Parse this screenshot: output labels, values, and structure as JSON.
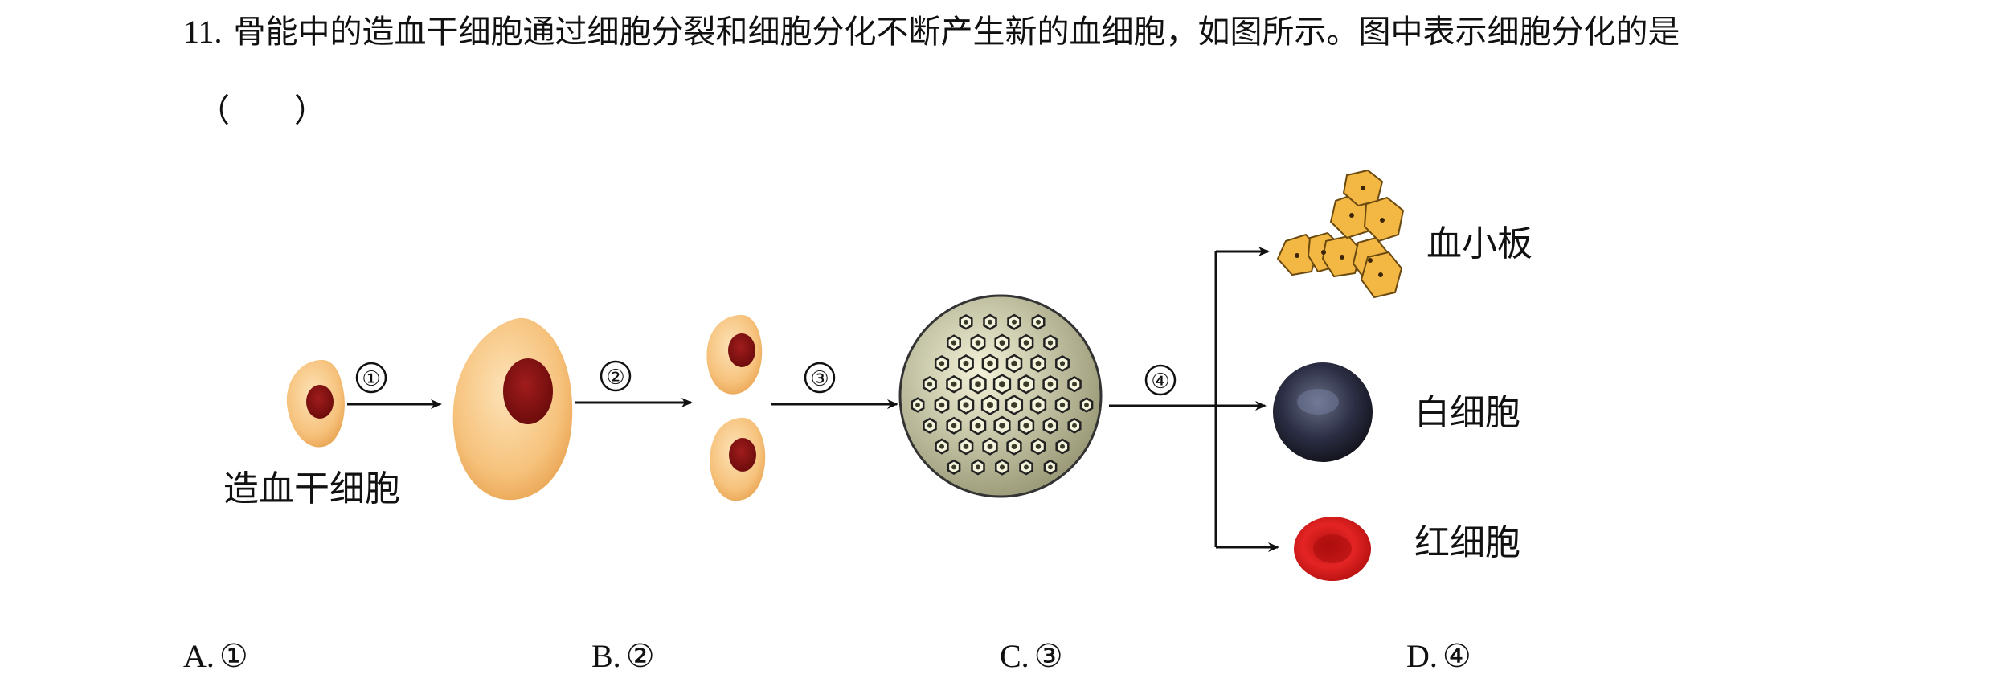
{
  "question": {
    "number": "11.",
    "text": "骨能中的造血干细胞通过细胞分裂和细胞分化不断产生新的血细胞，如图所示。图中表示细胞分化的是",
    "blank": "（        ）"
  },
  "figure": {
    "start_label": "造血干细胞",
    "step_labels": [
      "①",
      "②",
      "③",
      "④"
    ],
    "outputs": [
      "血小板",
      "白细胞",
      "红细胞"
    ]
  },
  "options": [
    {
      "letter": "A.",
      "value": "①"
    },
    {
      "letter": "B.",
      "value": "②"
    },
    {
      "letter": "C.",
      "value": "③"
    },
    {
      "letter": "D.",
      "value": "④"
    }
  ],
  "colors": {
    "cell_fill": "#f5c07a",
    "cell_edge": "#e6a24f",
    "nucleus": "#8b1414",
    "platelet": "#f2b640",
    "white_cell": "#2a2a3a",
    "red_cell": "#d41a1a",
    "arrow": "#111111"
  }
}
